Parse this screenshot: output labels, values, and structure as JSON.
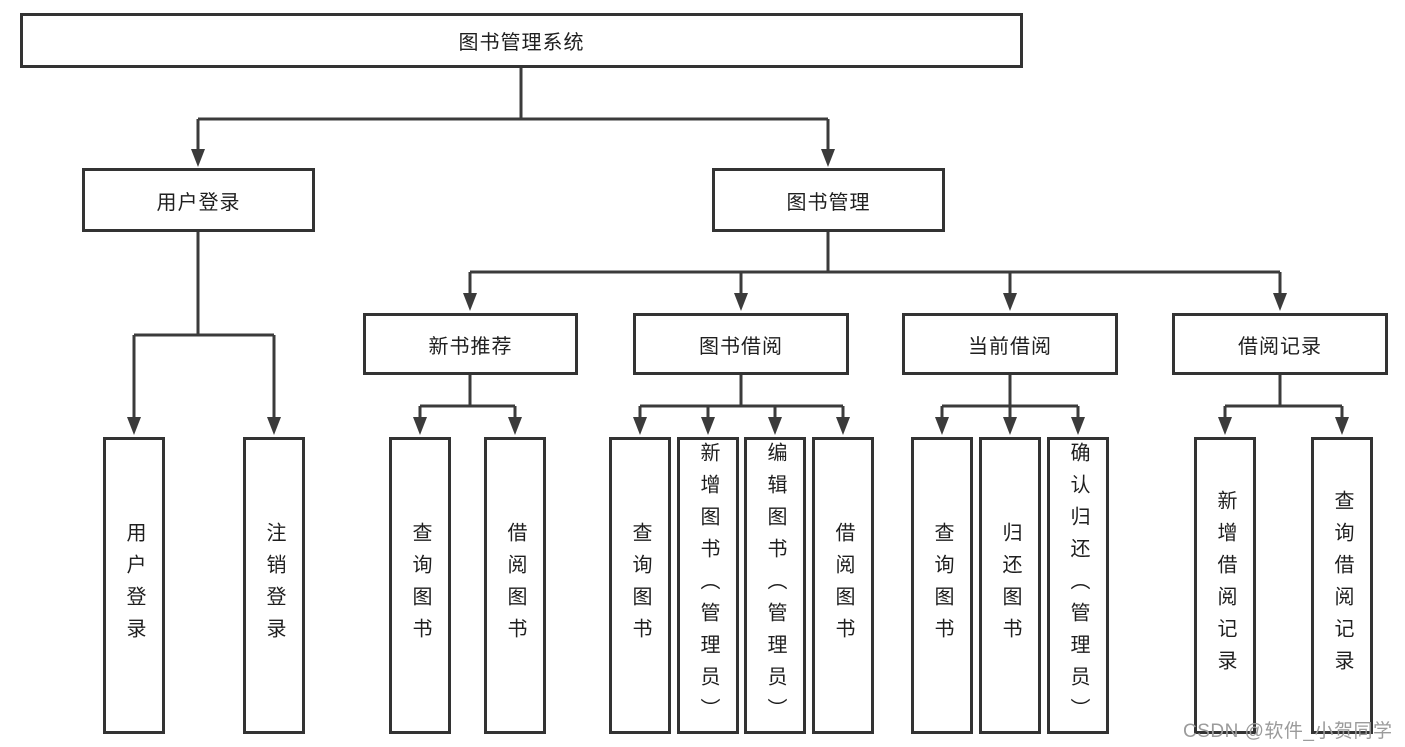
{
  "diagram": {
    "type": "tree",
    "root": {
      "label": "图书管理系统",
      "children": [
        {
          "label": "用户登录",
          "children": [
            {
              "label": "用户登录"
            },
            {
              "label": "注销登录"
            }
          ]
        },
        {
          "label": "图书管理",
          "children": [
            {
              "label": "新书推荐",
              "children": [
                {
                  "label": "查询图书"
                },
                {
                  "label": "借阅图书"
                }
              ]
            },
            {
              "label": "图书借阅",
              "children": [
                {
                  "label": "查询图书"
                },
                {
                  "label": "新增图书（管理员）"
                },
                {
                  "label": "编辑图书（管理员）"
                },
                {
                  "label": "借阅图书"
                }
              ]
            },
            {
              "label": "当前借阅",
              "children": [
                {
                  "label": "查询图书"
                },
                {
                  "label": "归还图书"
                },
                {
                  "label": "确认归还（管理员）"
                }
              ]
            },
            {
              "label": "借阅记录",
              "children": [
                {
                  "label": "新增借阅记录"
                },
                {
                  "label": "查询借阅记录"
                }
              ]
            }
          ]
        }
      ]
    }
  },
  "watermark": {
    "text": "CSDN @软件_小贺同学"
  },
  "colors": {
    "background": "#ffffff",
    "box_border": "#333333",
    "line": "#3b3b3b",
    "text": "#1f1f1f",
    "watermark": "#9b9b9b"
  }
}
